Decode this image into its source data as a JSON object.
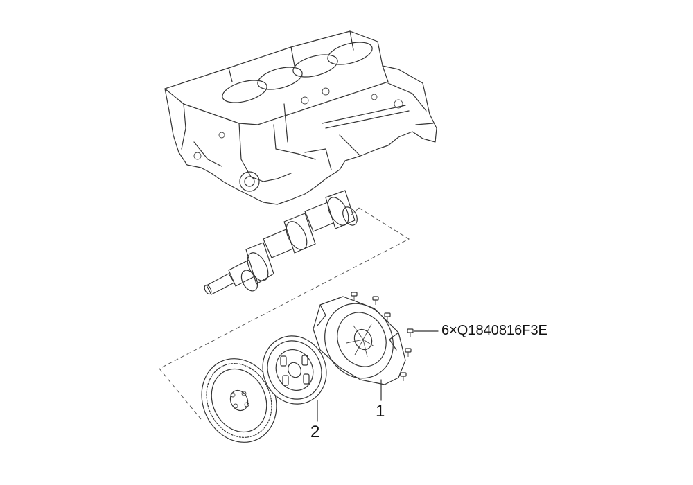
{
  "callouts": {
    "bolt": "6×Q1840816F3E",
    "item1": "1",
    "item2": "2"
  },
  "colors": {
    "line": "#333333",
    "background": "#ffffff"
  }
}
